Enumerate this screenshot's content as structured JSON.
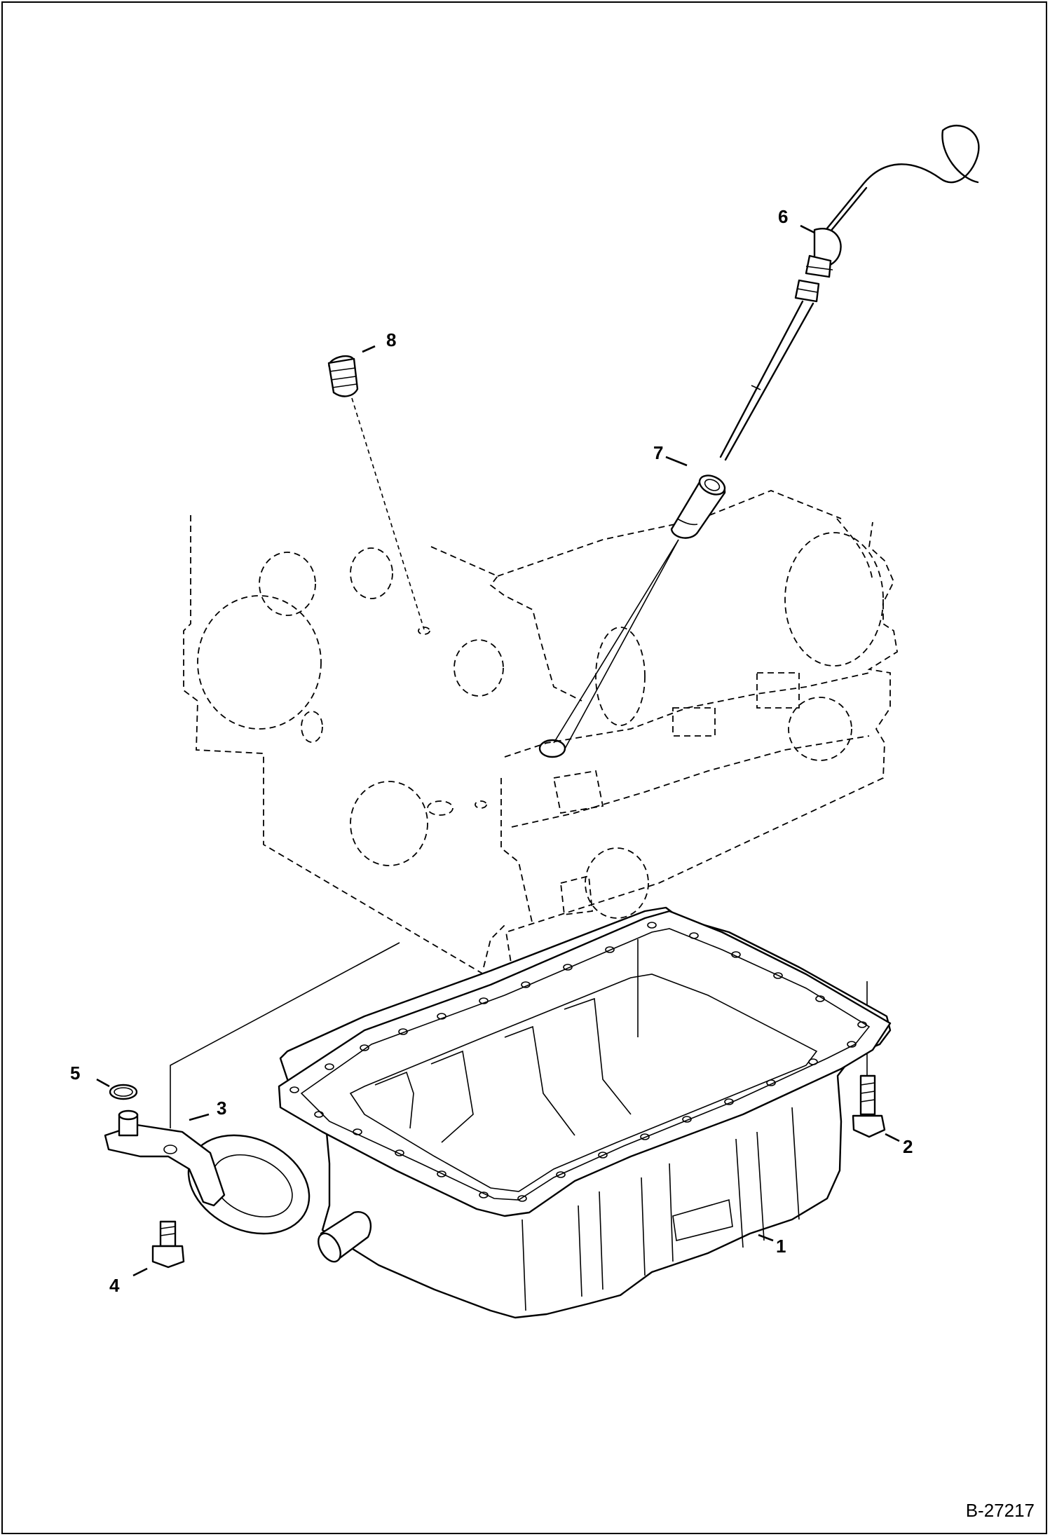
{
  "callouts": [
    {
      "id": "oil-pan",
      "label": "1"
    },
    {
      "id": "drain-plug",
      "label": "2"
    },
    {
      "id": "strainer",
      "label": "3"
    },
    {
      "id": "strainer-bolt",
      "label": "4"
    },
    {
      "id": "o-ring",
      "label": "5"
    },
    {
      "id": "dipstick",
      "label": "6"
    },
    {
      "id": "dipstick-guide",
      "label": "7"
    },
    {
      "id": "plug",
      "label": "8"
    }
  ],
  "figure_id": "B-27217"
}
